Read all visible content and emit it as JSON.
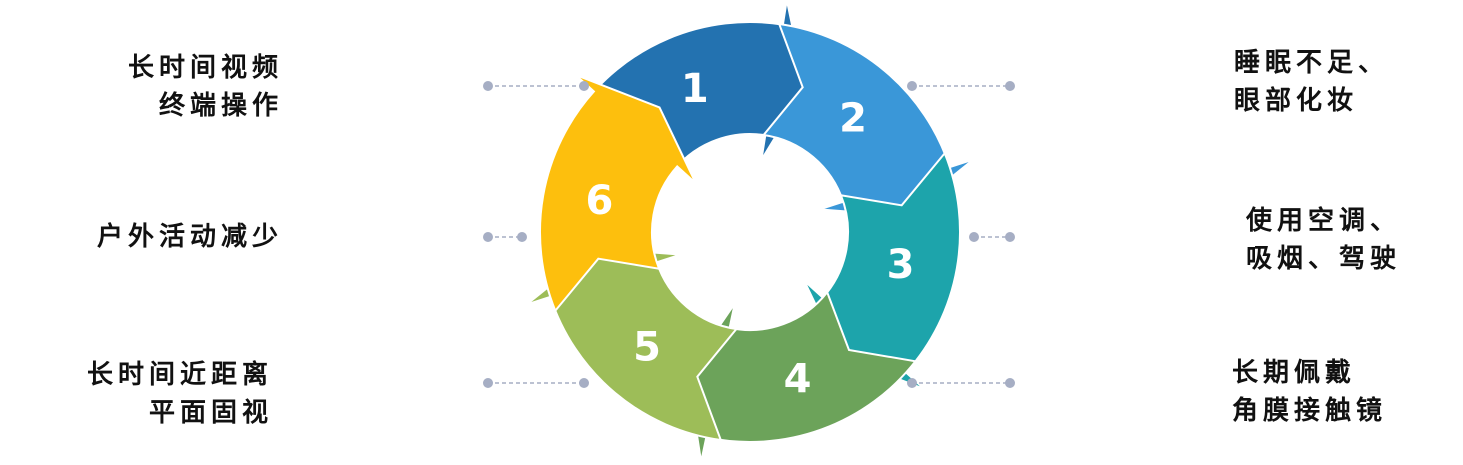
{
  "segments": [
    {
      "number": "1",
      "color": "#2372b0"
    },
    {
      "number": "2",
      "color": "#3a97d8"
    },
    {
      "number": "3",
      "color": "#1da4ab"
    },
    {
      "number": "4",
      "color": "#6ca35a"
    },
    {
      "number": "5",
      "color": "#9dbd58"
    },
    {
      "number": "6",
      "color": "#fdbf0d"
    }
  ],
  "labels": {
    "top_left": [
      "长时间视频",
      "终端操作"
    ],
    "middle_left": [
      "户外活动减少"
    ],
    "bottom_left": [
      "长时间近距离",
      "平面固视"
    ],
    "top_right": [
      "睡眠不足、",
      "眼部化妆"
    ],
    "middle_right": [
      "使用空调、",
      "吸烟、驾驶"
    ],
    "bottom_right": [
      "长期佩戴",
      "角膜接触镜"
    ]
  },
  "connector_color": "#a6aec4"
}
